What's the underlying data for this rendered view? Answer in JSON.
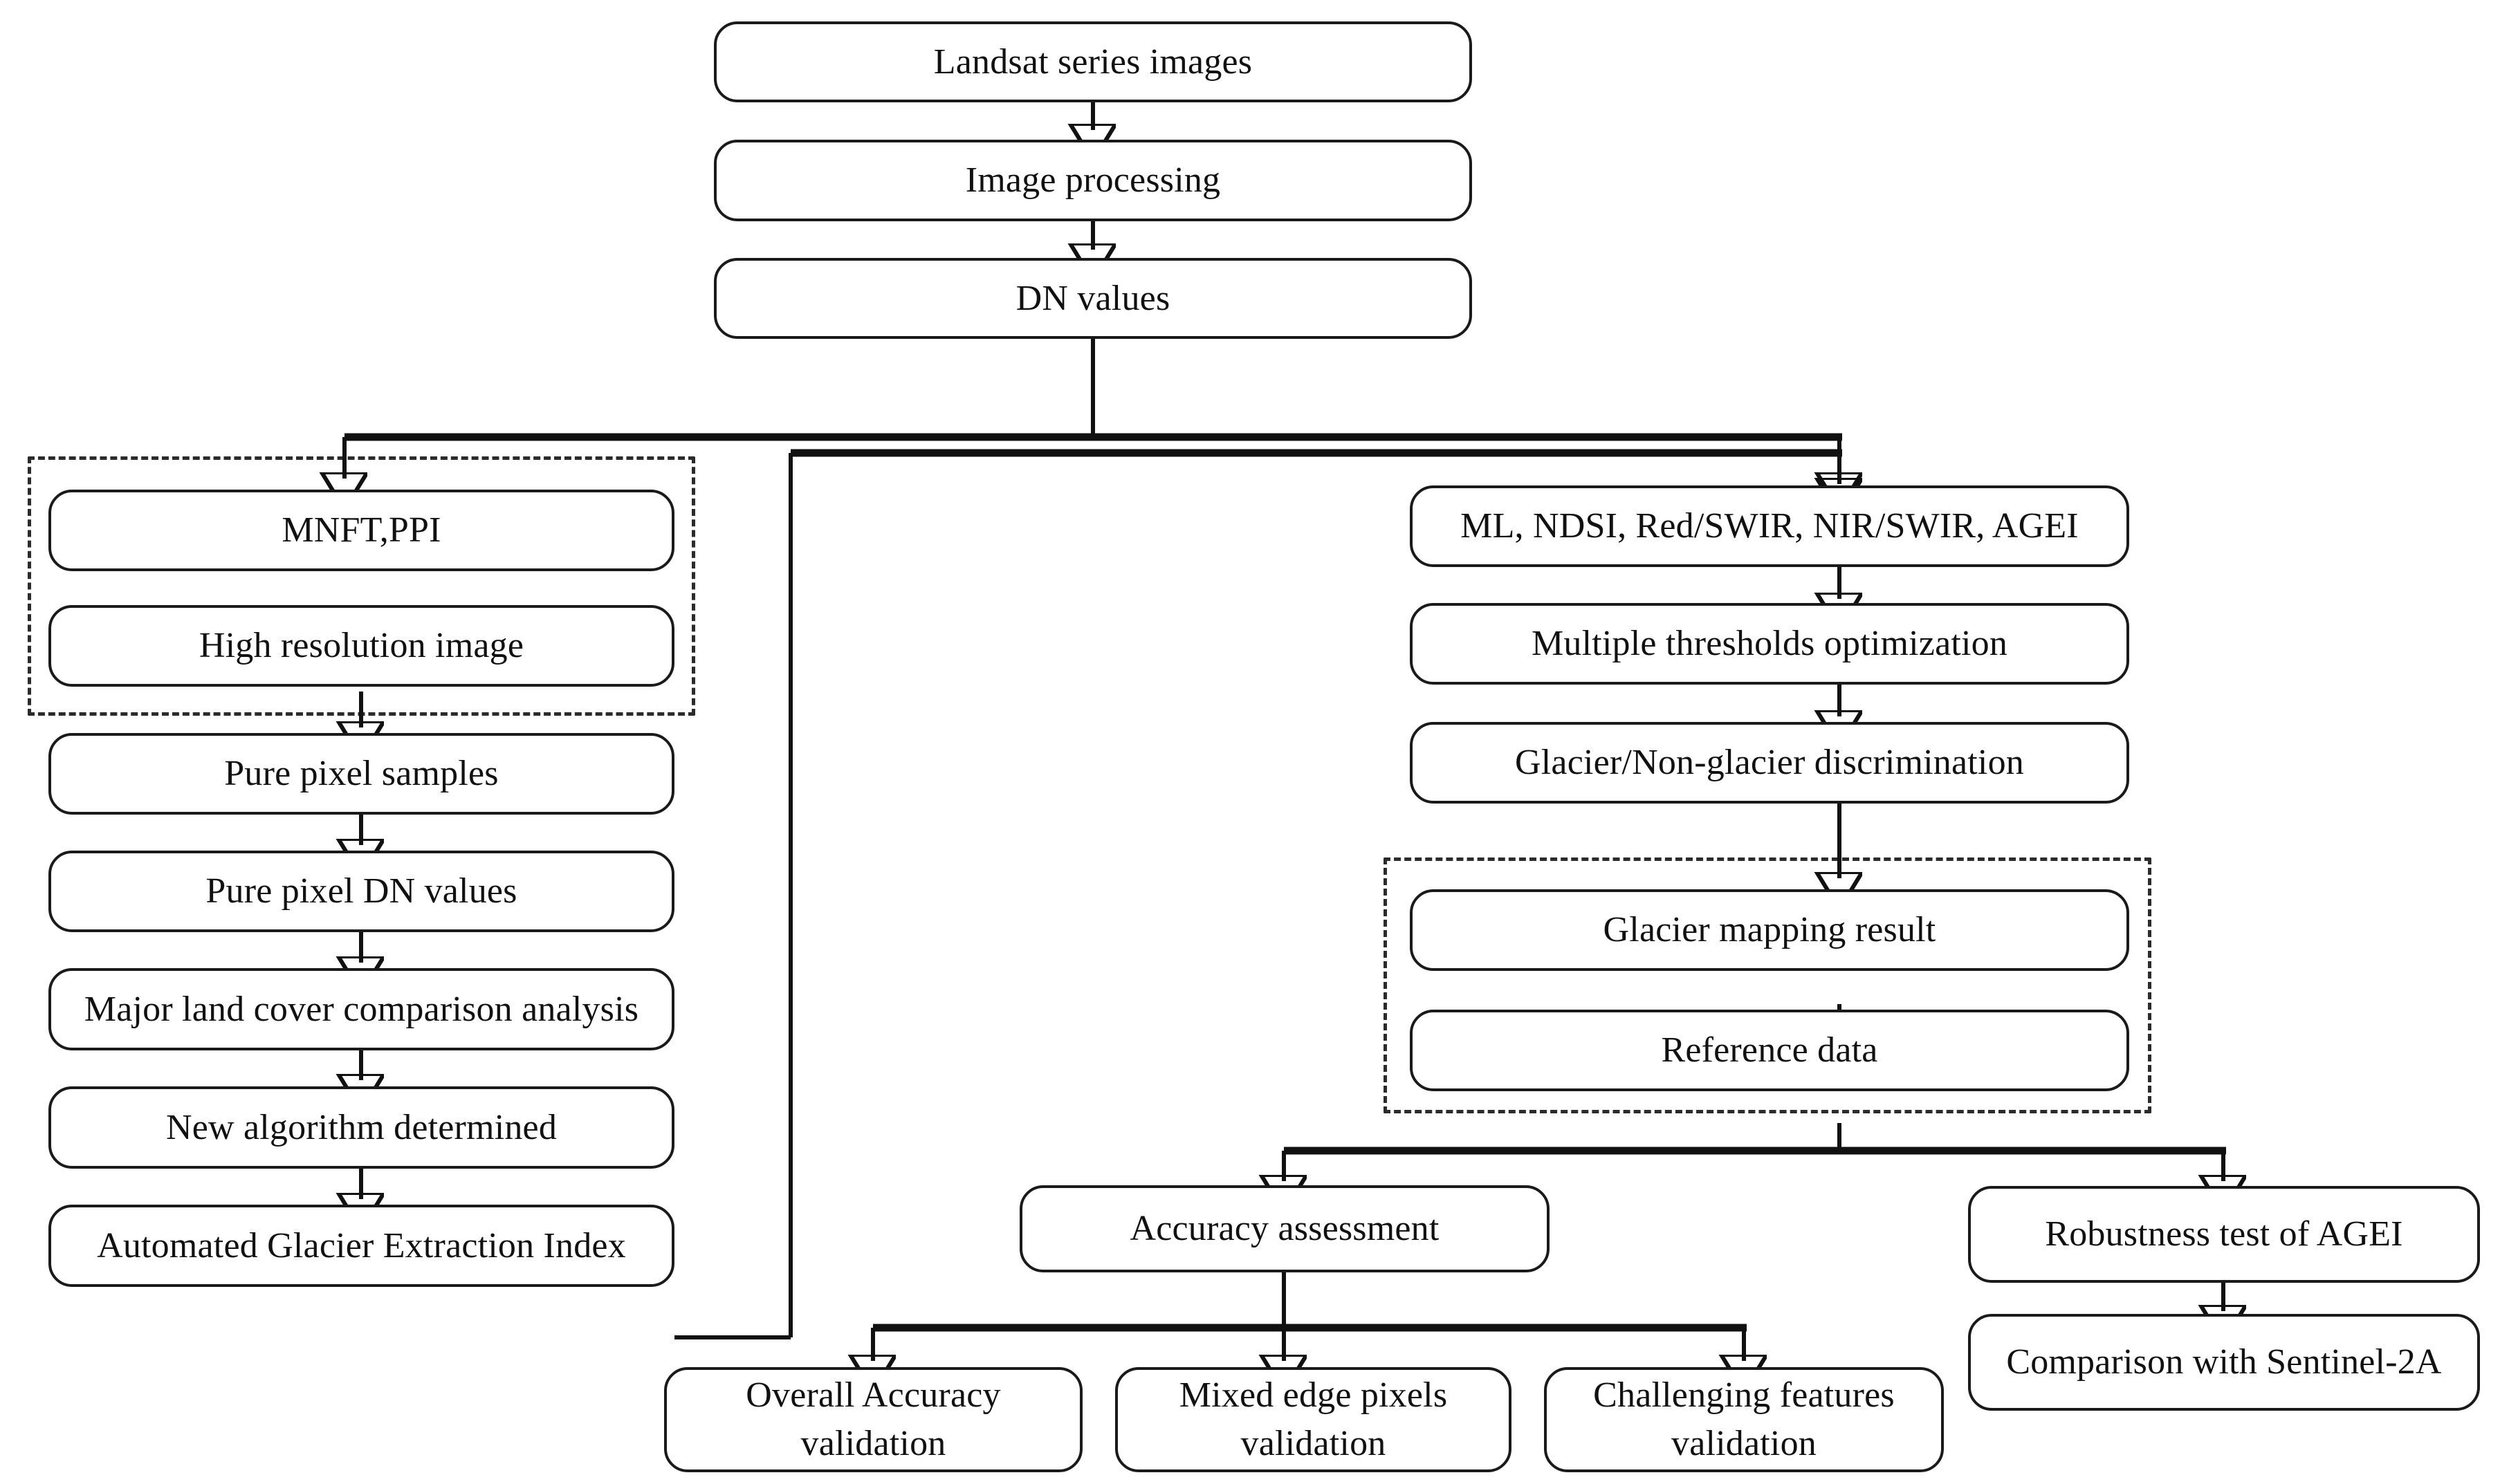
{
  "diagram": {
    "title": "Glacier mapping methodology flowchart",
    "stroke_color": "#111111",
    "box_fill": "#ffffff",
    "dashed_group_color": "#2b2b2b"
  },
  "nodes": {
    "landsat_series_images": "Landsat series images",
    "image_processing": "Image processing",
    "dn_values": "DN values",
    "mnft_ppi": "MNFT,PPI",
    "high_resolution_image": "High resolution image",
    "pure_pixel_samples": "Pure pixel samples",
    "pure_pixel_dn_values": "Pure pixel DN values",
    "major_land_cover": "Major land cover comparison analysis",
    "new_algorithm": "New algorithm determined",
    "agei": "Automated Glacier Extraction Index",
    "indices": "ML, NDSI, Red/SWIR, NIR/SWIR, AGEI",
    "thresholds": "Multiple thresholds optimization",
    "discrimination": "Glacier/Non-glacier discrimination",
    "glacier_mapping_result": "Glacier mapping result",
    "reference_data": "Reference data",
    "accuracy_assessment": "Accuracy assessment",
    "robustness_test": "Robustness test of AGEI",
    "comparison_sentinel": "Comparison with Sentinel-2A",
    "overall_accuracy_validation_l1": "Overall Accuracy",
    "overall_accuracy_validation_l2": "validation",
    "mixed_edge_pixels_l1": "Mixed edge pixels",
    "mixed_edge_pixels_l2": "validation",
    "challenging_features_l1": "Challenging features",
    "challenging_features_l2": "validation"
  },
  "groups": {
    "left_dashed_group": "MNFT/PPI and high resolution image group",
    "right_dashed_group": "Glacier mapping result and reference data group"
  }
}
